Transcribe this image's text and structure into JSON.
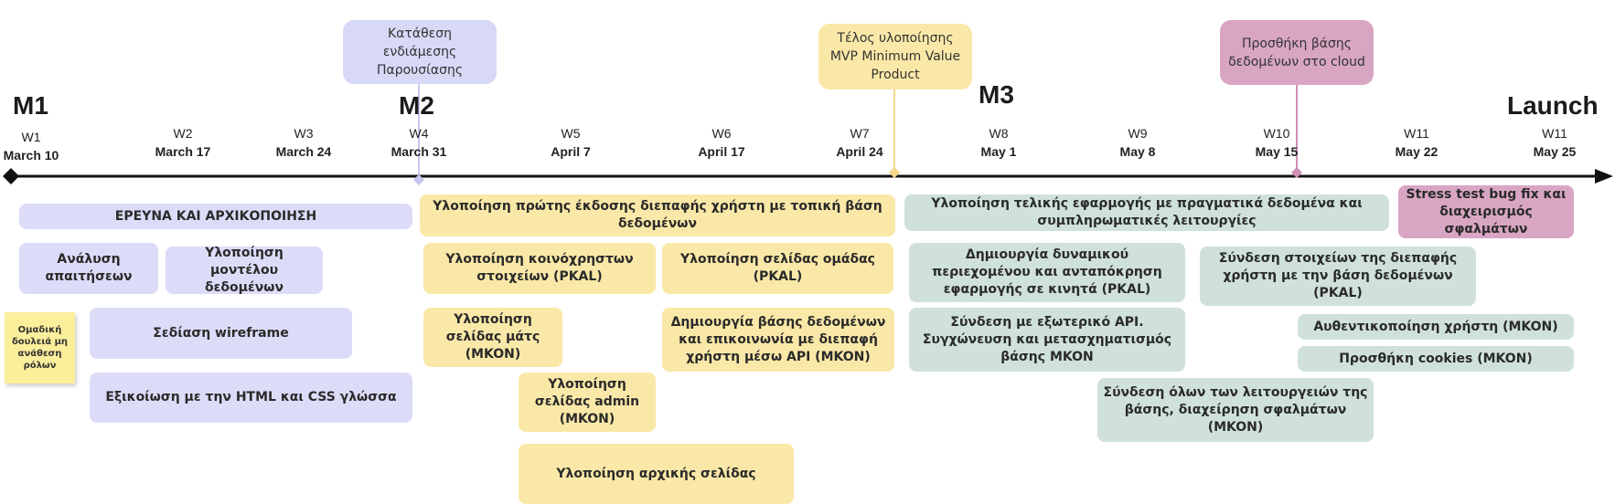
{
  "milestones": {
    "m1": "M1",
    "m2": "M2",
    "m3": "M3",
    "launch": "Launch"
  },
  "weeks": [
    {
      "w": "W1",
      "d": "March 10"
    },
    {
      "w": "W2",
      "d": "March 17"
    },
    {
      "w": "W3",
      "d": "March 24"
    },
    {
      "w": "W4",
      "d": "March 31"
    },
    {
      "w": "W5",
      "d": "April 7"
    },
    {
      "w": "W6",
      "d": "April 17"
    },
    {
      "w": "W7",
      "d": "April 24"
    },
    {
      "w": "W8",
      "d": "May 1"
    },
    {
      "w": "W9",
      "d": "May 8"
    },
    {
      "w": "W10",
      "d": "May 15"
    },
    {
      "w": "W11",
      "d": "May 22"
    },
    {
      "w": "W11",
      "d": "May 25"
    }
  ],
  "callouts": {
    "interim": "Κατάθεση ενδιάμεσης Παρουσίασης",
    "mvp": "Τέλος υλοποίησης MVP Minimum Value Product",
    "cloud": "Προσθήκη βάσης δεδομένων στο cloud"
  },
  "sticky_note": "Ομαδική δουλειά μη ανάθεση ρόλων",
  "tasks": {
    "research": "ΕΡΕΥΝΑ ΚΑΙ ΑΡΧΙΚΟΠΟΙΗΣΗ",
    "requirements": "Ανάλυση απαιτήσεων",
    "data_model": "Υλοποίηση μοντέλου δεδομένων",
    "wireframe": "Σεδίαση wireframe",
    "html_css": "Εξικοίωση με την HTML και CSS γλώσσα",
    "first_ui": "Υλοποίηση πρώτης έκδοσης διεπαφής χρήστη με τοπική βάση δεδομένων",
    "shared_components": "Υλοποίηση κοινόχρηστων στοιχείων (PKAL)",
    "team_page": "Υλοποίηση σελίδας ομάδας (PKAL)",
    "match_page": "Υλοποίηση σελίδας μάτς (MKON)",
    "db_api": "Δημιουργία βάσης δεδομένων και επικοινωνία με διεπαφή χρήστη μέσω API (MKON)",
    "admin_page": "Υλοποίηση σελίδας admin (MKON)",
    "home_page": "Υλοποίηση αρχικής σελίδας",
    "final_app": "Υλοποίηση τελικής εφαρμογής με πραγματικά δεδομένα και συμπληρωματικές λειτουργίες",
    "dynamic_content": "Δημιουργία δυναμικού περιεχομένου και ανταπόκρηση εφαρμογής σε κινητά (PKAL)",
    "external_api": "Σύνδεση με εξωτερικό API. Συγχώνευση και μετασχηματισμός βάσης MKON",
    "connect_ui_db": "Σύνδεση στοιχείων της διεπαφής χρήστη με την βάση δεδομένων (PKAL)",
    "auth": "Αυθεντικοποίηση χρήστη (MKON)",
    "cookies": "Προσθήκη cookies (MKON)",
    "connect_all": "Σύνδεση όλων των λειτουργειών της βάσης, διαχείρηση σφαλμάτων (MKON)",
    "stress_test": "Stress test  bug fix και διαχειρισμός σφαλμάτων"
  },
  "colors": {
    "purple": "#dcdcf9",
    "yellow": "#fae8a8",
    "green": "#cfe1da",
    "pink": "#d8a6c3",
    "timeline": "#111111"
  }
}
